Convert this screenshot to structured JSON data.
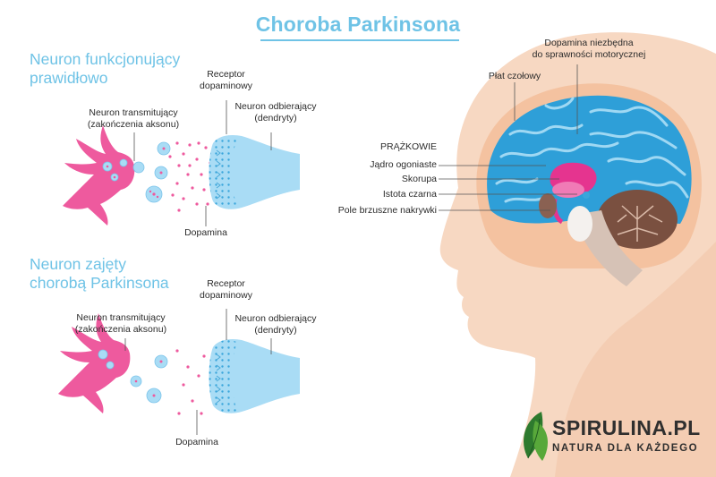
{
  "title": "Choroba Parkinsona",
  "panel_healthy": {
    "heading_line1": "Neuron funkcjonujący",
    "heading_line2": "prawidłowo",
    "transmitter_line1": "Neuron transmitujący",
    "transmitter_line2": "(zakończenia aksonu)",
    "receptor_line1": "Receptor",
    "receptor_line2": "dopaminowy",
    "receiver_line1": "Neuron odbierający",
    "receiver_line2": "(dendryty)",
    "dopamine": "Dopamina"
  },
  "panel_parkinson": {
    "heading_line1": "Neuron zajęty",
    "heading_line2": "chorobą Parkinsona",
    "transmitter_line1": "Neuron transmitujący",
    "transmitter_line2": "(zakończenia aksonu)",
    "receptor_line1": "Receptor",
    "receptor_line2": "dopaminowy",
    "receiver_line1": "Neuron odbierający",
    "receiver_line2": "(dendryty)",
    "dopamine": "Dopamina"
  },
  "brain": {
    "dopamine_note_line1": "Dopamina niezbędna",
    "dopamine_note_line2": "do sprawności motorycznej",
    "frontal_lobe": "Płat czołowy",
    "striatum": "PRĄŻKOWIE",
    "caudate": "Jądro ogoniaste",
    "putamen": "Skorupa",
    "substantia_nigra": "Istota czarna",
    "vta": "Pole brzuszne nakrywki"
  },
  "brand": {
    "name": "SPIRULINA.PL",
    "tagline": "NATURA DLA KAŻDEGO",
    "logo_icon": "leaf-icon"
  },
  "colors": {
    "title": "#6fc3e6",
    "neuron_pink": "#ee5a9e",
    "dendrite_blue": "#a9dcf5",
    "brain_blue": "#2e9fd8",
    "skin": "#f6d2b8",
    "brand_green": "#3f8a3a"
  }
}
